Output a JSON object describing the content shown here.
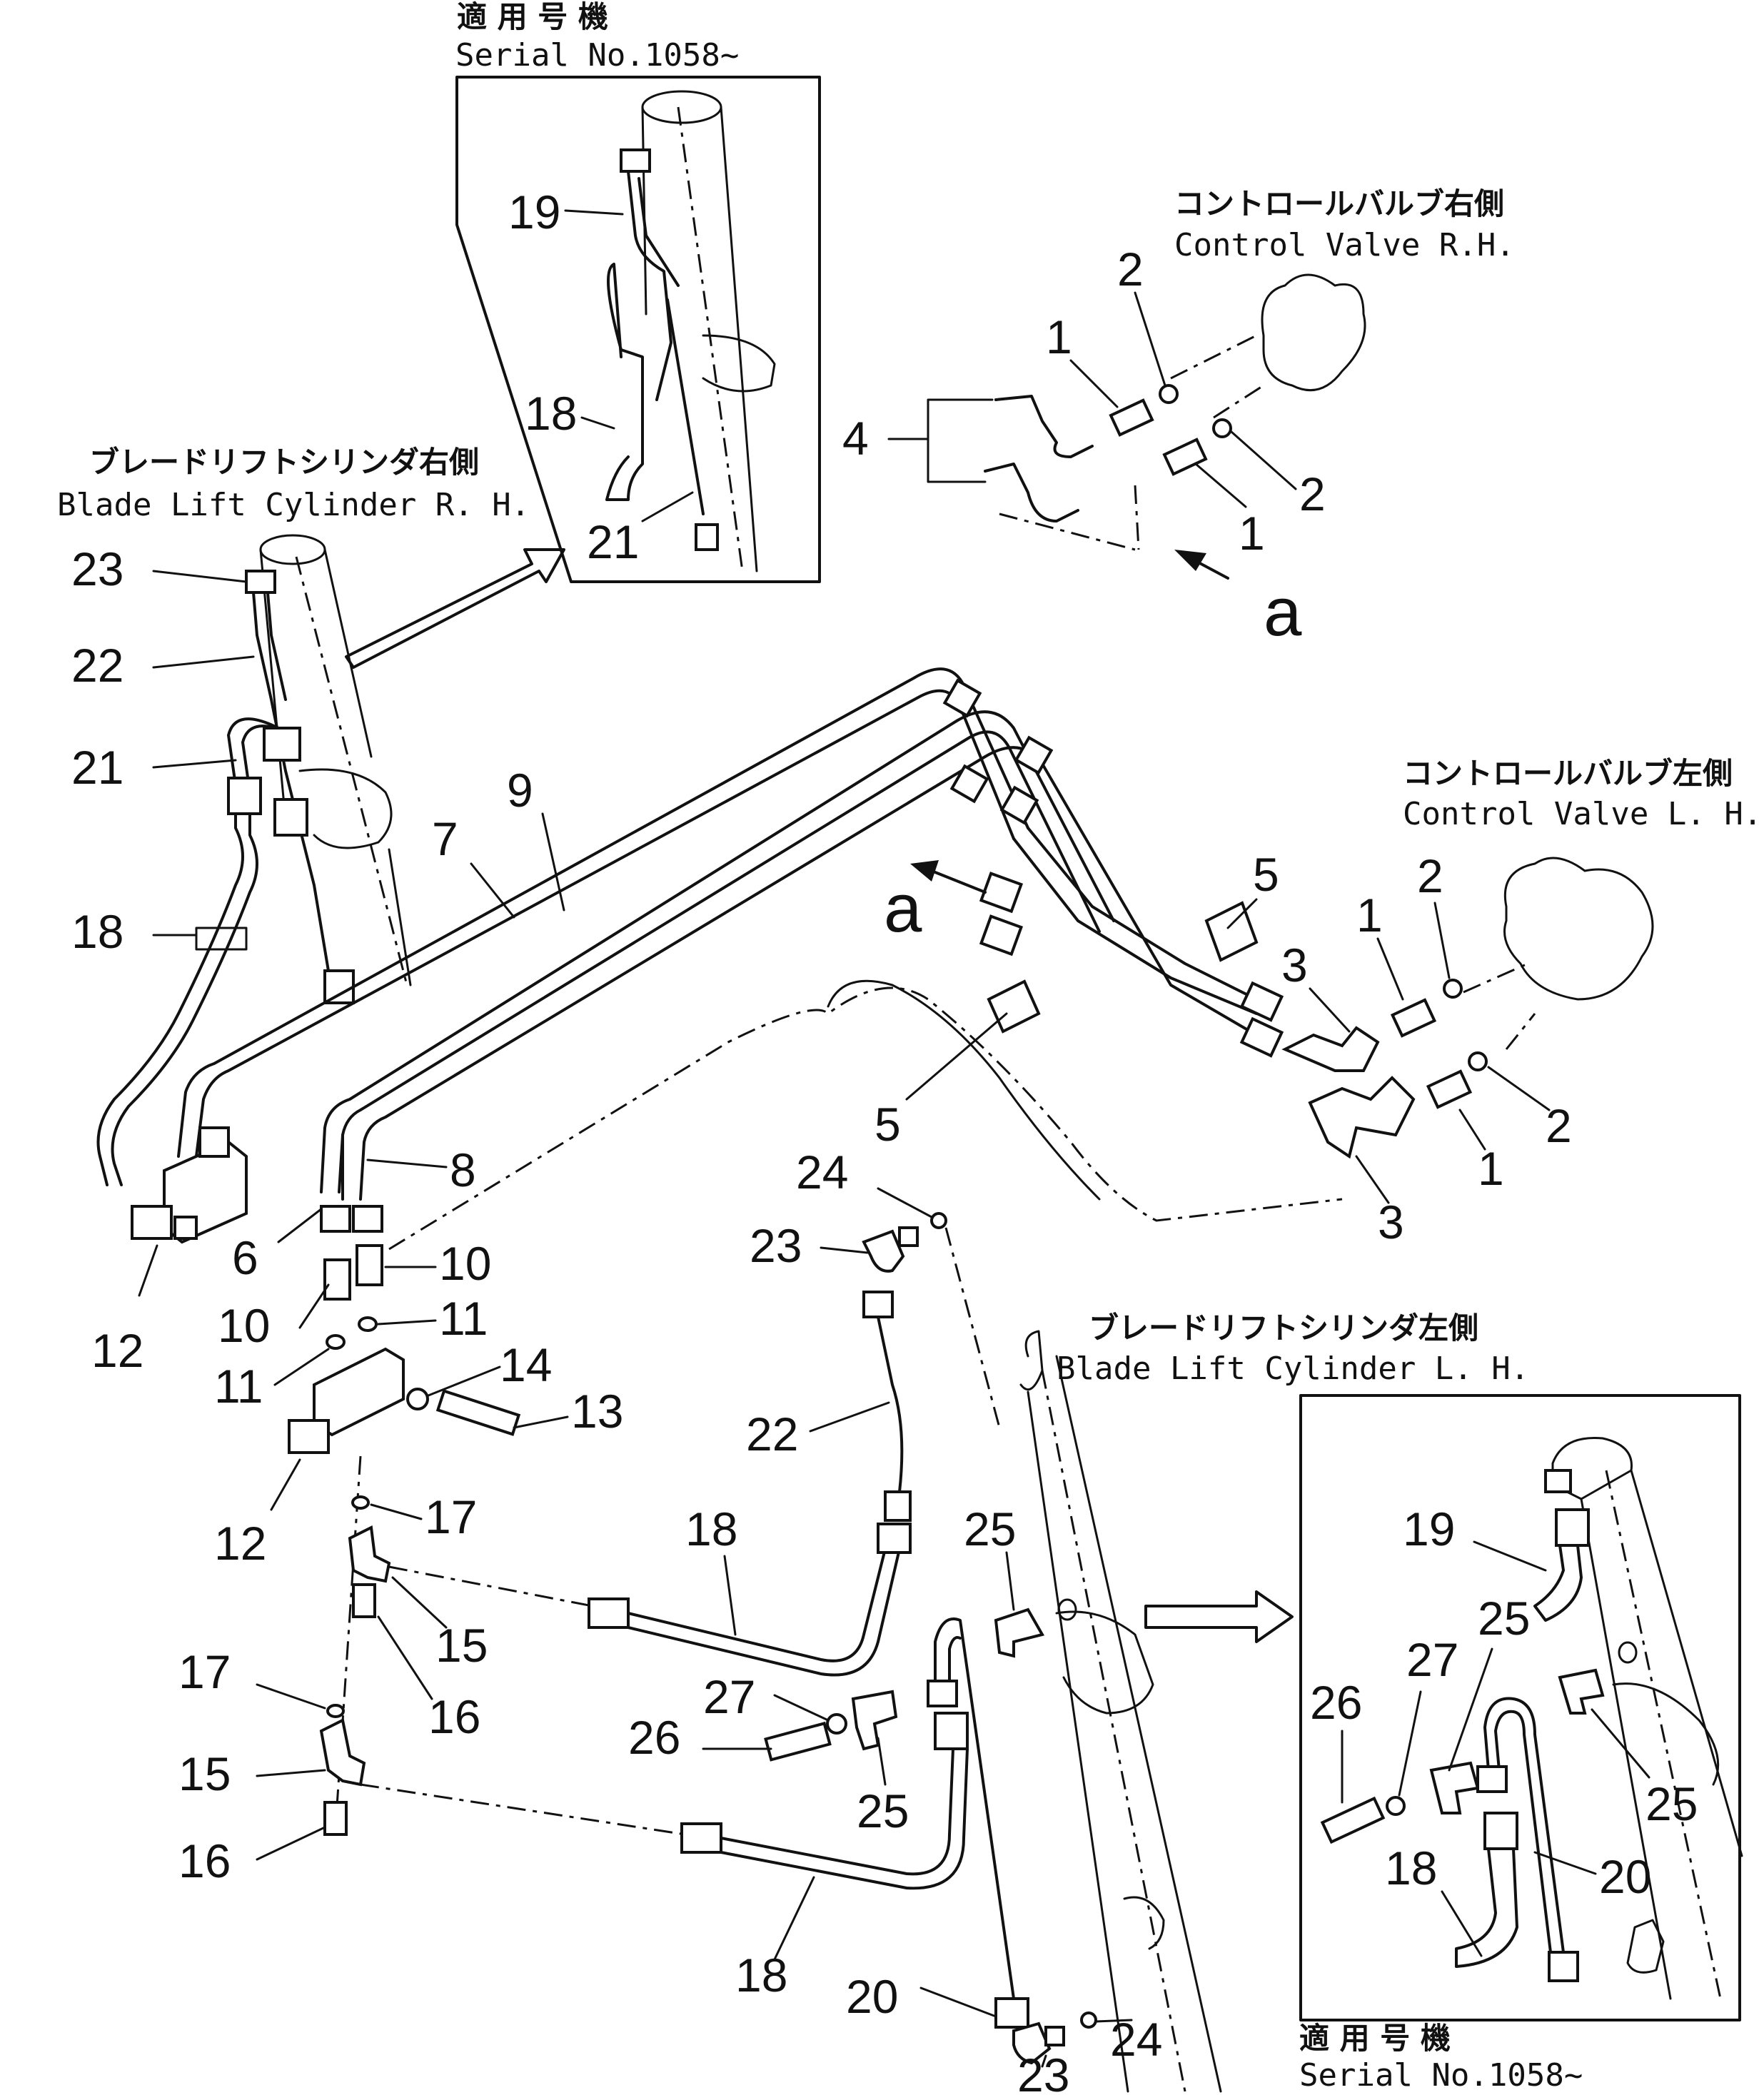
{
  "inset_top": {
    "jp": "適 用 号 機",
    "serial": "Serial No.1058~"
  },
  "inset_bottom": {
    "jp": "適 用 号 機",
    "serial": "Serial No.1058~"
  },
  "labels": {
    "cv_rh_jp": "コントロールバルブ右側",
    "cv_rh_en": "Control Valve R.H.",
    "cv_lh_jp": "コントロールバルブ左側",
    "cv_lh_en": "Control Valve L. H.",
    "blc_rh_jp": "ブレードリフトシリンダ右側",
    "blc_rh_en": "Blade Lift Cylinder R. H.",
    "blc_lh_jp": "ブレードリフトシリンダ左側",
    "blc_lh_en": "Blade Lift Cylinder L. H.",
    "view_a_1": "a",
    "view_a_2": "a"
  },
  "part_numbers": {
    "p1a": "1",
    "p1b": "1",
    "p1c": "1",
    "p1d": "1",
    "p2a": "2",
    "p2b": "2",
    "p2c": "2",
    "p2d": "2",
    "p3a": "3",
    "p3b": "3",
    "p4": "4",
    "p5a": "5",
    "p5b": "5",
    "p6": "6",
    "p7": "7",
    "p8": "8",
    "p9": "9",
    "p10a": "10",
    "p10b": "10",
    "p11a": "11",
    "p11b": "11",
    "p12a": "12",
    "p12b": "12",
    "p13": "13",
    "p14": "14",
    "p15a": "15",
    "p15b": "15",
    "p16a": "16",
    "p16b": "16",
    "p17a": "17",
    "p17b": "17",
    "p18a": "18",
    "p18b": "18",
    "p18c": "18",
    "p18d": "18",
    "p18e": "18",
    "p19a": "19",
    "p19b": "19",
    "p20a": "20",
    "p20b": "20",
    "p21a": "21",
    "p21b": "21",
    "p22a": "22",
    "p22b": "22",
    "p23a": "23",
    "p23b": "23",
    "p23c": "23",
    "p24a": "24",
    "p24b": "24",
    "p25a": "25",
    "p25b": "25",
    "p25c": "25",
    "p25d": "25",
    "p26a": "26",
    "p26b": "26",
    "p27a": "27",
    "p27b": "27"
  }
}
